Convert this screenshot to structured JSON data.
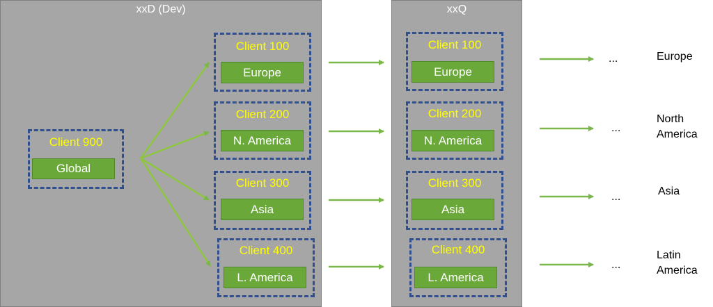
{
  "panels": {
    "dev": {
      "title": "xxD (Dev)"
    },
    "qa": {
      "title": "xxQ"
    }
  },
  "source": {
    "client": "Client 900",
    "region": "Global"
  },
  "dev_clients": [
    {
      "client": "Client 100",
      "region": "Europe"
    },
    {
      "client": "Client 200",
      "region": "N. America"
    },
    {
      "client": "Client 300",
      "region": "Asia"
    },
    {
      "client": "Client 400",
      "region": "L. America"
    }
  ],
  "qa_clients": [
    {
      "client": "Client 100",
      "region": "Europe"
    },
    {
      "client": "Client 200",
      "region": "N. America"
    },
    {
      "client": "Client 300",
      "region": "Asia"
    },
    {
      "client": "Client 400",
      "region": "L. America"
    }
  ],
  "ellipsis": "...",
  "targets": [
    {
      "line1": "Europe",
      "line2": ""
    },
    {
      "line1": "North",
      "line2": "America"
    },
    {
      "line1": "Asia",
      "line2": ""
    },
    {
      "line1": "Latin",
      "line2": "America"
    }
  ],
  "colors": {
    "panel": "#a6a6a6",
    "dashed_border": "#2f4f8f",
    "client_text": "#ffff00",
    "region_box": "#6aa83a",
    "arrow": "#7ab648"
  }
}
